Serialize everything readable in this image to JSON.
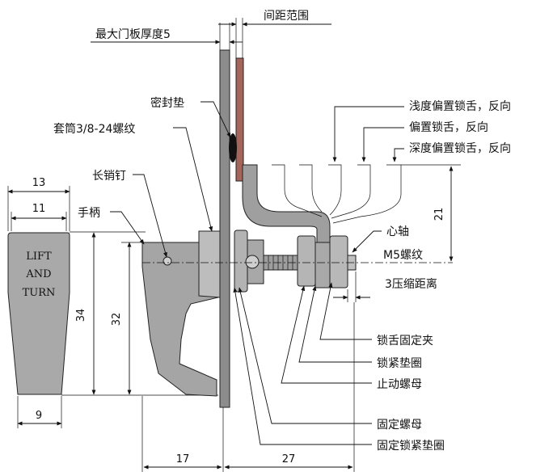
{
  "labels": {
    "max_door_thickness": "最大门板厚度5",
    "spacing_range": "间距范围",
    "seal_gasket": "密封垫",
    "sleeve_thread": "套筒3/8-24螺纹",
    "long_pin": "长销钉",
    "handle": "手柄",
    "shallow_offset_tongue": "浅度偏置锁舌，反向",
    "offset_tongue": "偏置锁舌，反向",
    "deep_offset_tongue": "深度偏置锁舌，反向",
    "spindle": "心轴",
    "m5_thread": "M5螺纹",
    "compression_distance": "3压缩距离",
    "tongue_clip": "锁舌固定夹",
    "lock_washer": "锁紧垫圈",
    "stop_nut": "止动螺母",
    "fixing_nut": "固定螺母",
    "fixing_lock_washer": "固定锁紧垫圈"
  },
  "handle_engraving": [
    "LIFT",
    "AND",
    "TURN"
  ],
  "dimensions": {
    "top_width": "13",
    "inner_width": "11",
    "bottom_width": "9",
    "total_height": "34",
    "handle_height": "32",
    "vertical_21": "21",
    "left_depth": "17",
    "right_depth": "27"
  },
  "colors": {
    "part_gray": "#a3a3a3",
    "part_light": "#c4c4c4",
    "gasket_brown": "#a5655a",
    "panel_gray": "#8c8c8c",
    "gasket_black": "#111111"
  }
}
